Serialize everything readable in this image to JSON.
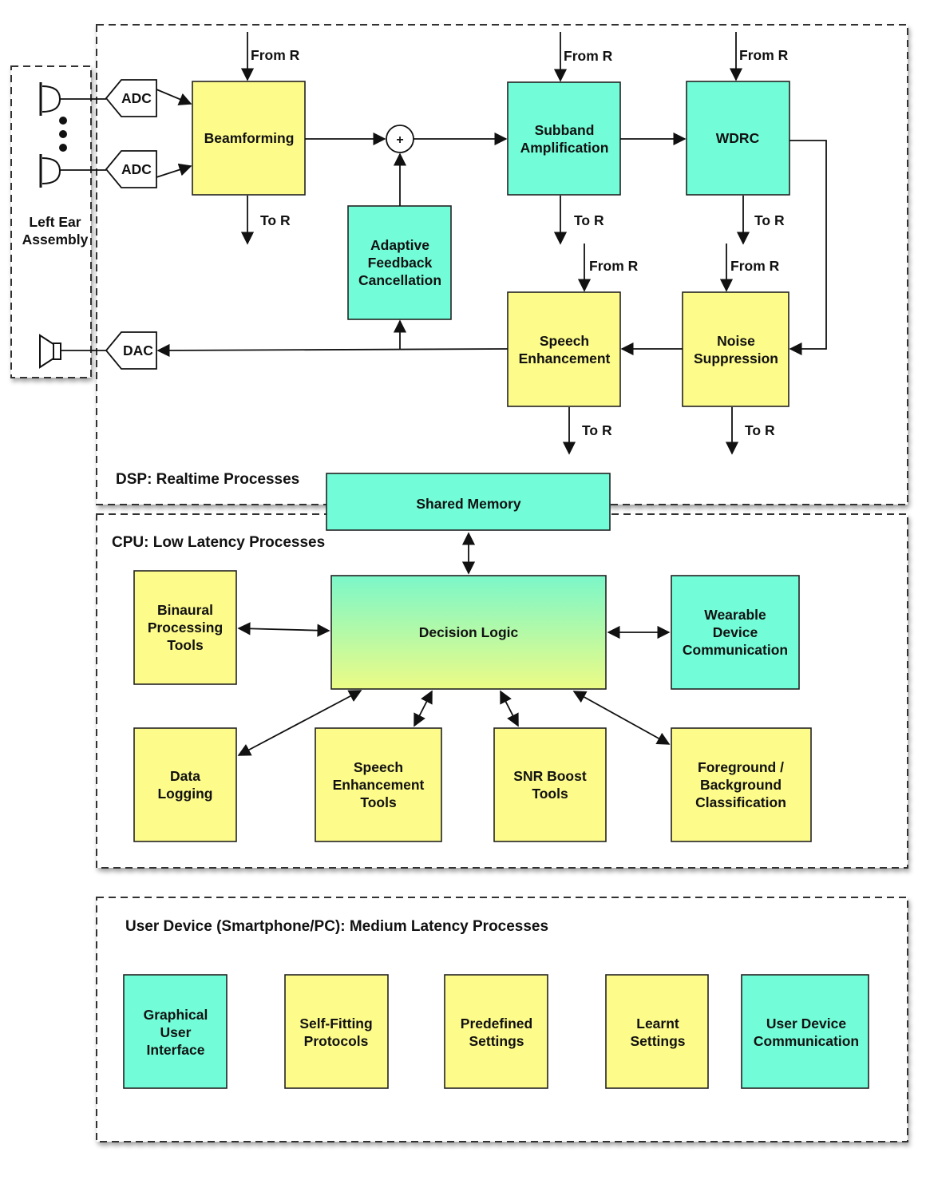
{
  "colors": {
    "yellow": "#fdfb8a",
    "teal": "#72fdd8",
    "gradient_top": "#7bf7c9",
    "gradient_bottom": "#ecfb86"
  },
  "sections": {
    "dsp": "DSP: Realtime Processes",
    "cpu": "CPU: Low Latency Processes",
    "user": "User Device (Smartphone/PC): Medium Latency Processes"
  },
  "ear": {
    "label": [
      "Left Ear",
      "Assembly"
    ]
  },
  "converters": {
    "adc1": "ADC",
    "adc2": "ADC",
    "dac": "DAC"
  },
  "dsp_blocks": {
    "beamforming": [
      "Beamforming"
    ],
    "subband": [
      "Subband",
      "Amplification"
    ],
    "wdrc": [
      "WDRC"
    ],
    "afc": [
      "Adaptive",
      "Feedback",
      "Cancellation"
    ],
    "speech": [
      "Speech",
      "Enhancement"
    ],
    "noise": [
      "Noise",
      "Suppression"
    ],
    "sum": "+"
  },
  "links": {
    "from_r": "From R",
    "to_r": "To R"
  },
  "shared_memory": "Shared Memory",
  "cpu_blocks": {
    "decision": [
      "Decision Logic"
    ],
    "binaural": [
      "Binaural",
      "Processing",
      "Tools"
    ],
    "wearable": [
      "Wearable",
      "Device",
      "Communication"
    ],
    "logging": [
      "Data",
      "Logging"
    ],
    "speech_tools": [
      "Speech",
      "Enhancement",
      "Tools"
    ],
    "snr": [
      "SNR Boost",
      "Tools"
    ],
    "fgbg": [
      "Foreground /",
      "Background",
      "Classification"
    ]
  },
  "user_blocks": {
    "gui": [
      "Graphical",
      "User",
      "Interface"
    ],
    "selffit": [
      "Self-Fitting",
      "Protocols"
    ],
    "predef": [
      "Predefined",
      "Settings"
    ],
    "learnt": [
      "Learnt",
      "Settings"
    ],
    "udc": [
      "User Device",
      "Communication"
    ]
  }
}
